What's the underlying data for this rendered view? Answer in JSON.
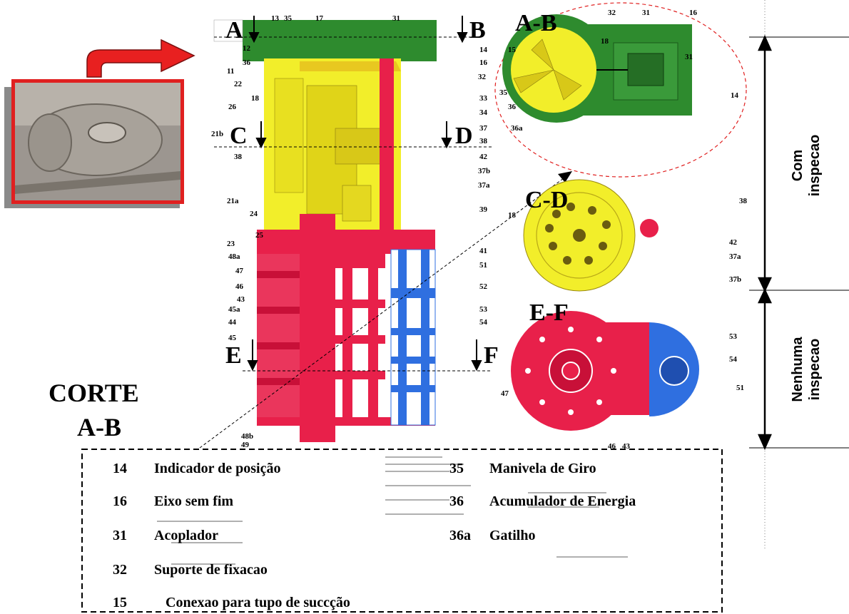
{
  "section_labels": {
    "A": "A",
    "B": "B",
    "C": "C",
    "D": "D",
    "E": "E",
    "F": "F",
    "view_ab": "A-B",
    "view_cd": "C-D",
    "view_ef": "E-F"
  },
  "corte": {
    "line1": "CORTE",
    "line2": "A-B"
  },
  "side_labels": {
    "top": [
      "Com",
      "inspecao"
    ],
    "bottom": [
      "Nenhuma",
      "inspecao"
    ]
  },
  "callouts_main": {
    "left": [
      "13",
      "35",
      "17",
      "12",
      "11",
      "36",
      "22",
      "18",
      "26",
      "21b",
      "38",
      "21a",
      "24",
      "25",
      "23",
      "48a",
      "47",
      "46",
      "43",
      "45a",
      "44",
      "45",
      "48b",
      "49"
    ],
    "right": [
      "31",
      "14",
      "16",
      "32",
      "33",
      "34",
      "37",
      "38",
      "42",
      "37b",
      "37a",
      "39",
      "41",
      "51",
      "52",
      "53",
      "54"
    ]
  },
  "callouts_ab": [
    "32",
    "31",
    "16",
    "15",
    "18",
    "31",
    "14",
    "35",
    "36",
    "36a"
  ],
  "callouts_cd": [
    "18",
    "38",
    "42",
    "37a",
    "37b"
  ],
  "callouts_ef": [
    "53",
    "54",
    "51",
    "47",
    "46",
    "43"
  ],
  "legend": {
    "left": [
      {
        "num": "14",
        "text": "Indicador de posição"
      },
      {
        "num": "16",
        "text": "Eixo sem fim"
      },
      {
        "num": "31",
        "text": "Acoplador"
      },
      {
        "num": "32",
        "text": "Suporte de fixacao"
      },
      {
        "num": "15",
        "text": "Conexao para tupo de succção"
      }
    ],
    "right": [
      {
        "num": "35",
        "text": "Manivela de Giro"
      },
      {
        "num": "36",
        "text": "Acumulador de Energia"
      },
      {
        "num": "36a",
        "text": "Gatilho"
      }
    ]
  },
  "colors": {
    "green": "#2e8b2e",
    "yellow": "#f2ee2a",
    "red": "#e8204a",
    "blue": "#2f6fe0",
    "photo_frame": "#e02020",
    "arrow": "#e82020",
    "shadow": "#8a8a8a"
  }
}
